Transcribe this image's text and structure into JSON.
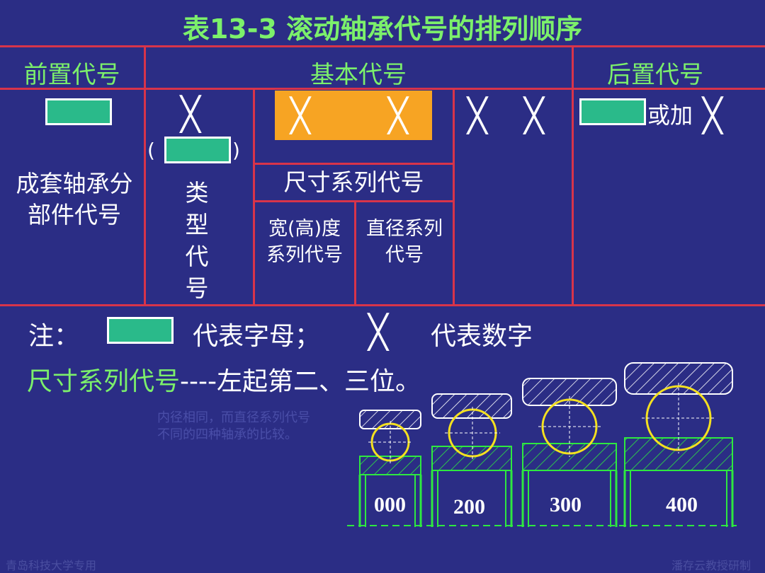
{
  "title": "表13-3  滚动轴承代号的排列顺序",
  "headers": {
    "prefix": "前置代号",
    "basic": "基本代号",
    "suffix": "后置代号"
  },
  "prefix_desc_line1": "成套轴承分",
  "prefix_desc_line2": "部件代号",
  "type_chars": [
    "类",
    "型",
    "代",
    "号"
  ],
  "paren_open": "(",
  "paren_close": ")",
  "x_symbol": "╳",
  "size_series": "尺寸系列代号",
  "width_series_line1": "宽(高)度",
  "width_series_line2": "系列代号",
  "dia_series_line1": "直径系列",
  "dia_series_line2": "代号",
  "suffix_or_add": "或加",
  "note": {
    "label": "注：",
    "letter_text": "代表字母；",
    "digit_text": "代表数字"
  },
  "size_note": {
    "highlight": "尺寸系列代号",
    "rest": "----左起第二、三位。"
  },
  "faint_text": [
    "内径相同，而直径系列代号",
    "不同的四种轴承的比较。"
  ],
  "bearing_labels": [
    "000",
    "200",
    "300",
    "400"
  ],
  "footer_left": "青岛科技大学专用",
  "footer_right": "潘存云教授研制",
  "colors": {
    "background": "#2b2d85",
    "grid": "#d8344a",
    "accent_green": "#7cf06b",
    "box_green": "#2aba8a",
    "orange": "#f7a423",
    "bearing_yellow": "#f4e020",
    "bearing_green": "#2ee840"
  }
}
